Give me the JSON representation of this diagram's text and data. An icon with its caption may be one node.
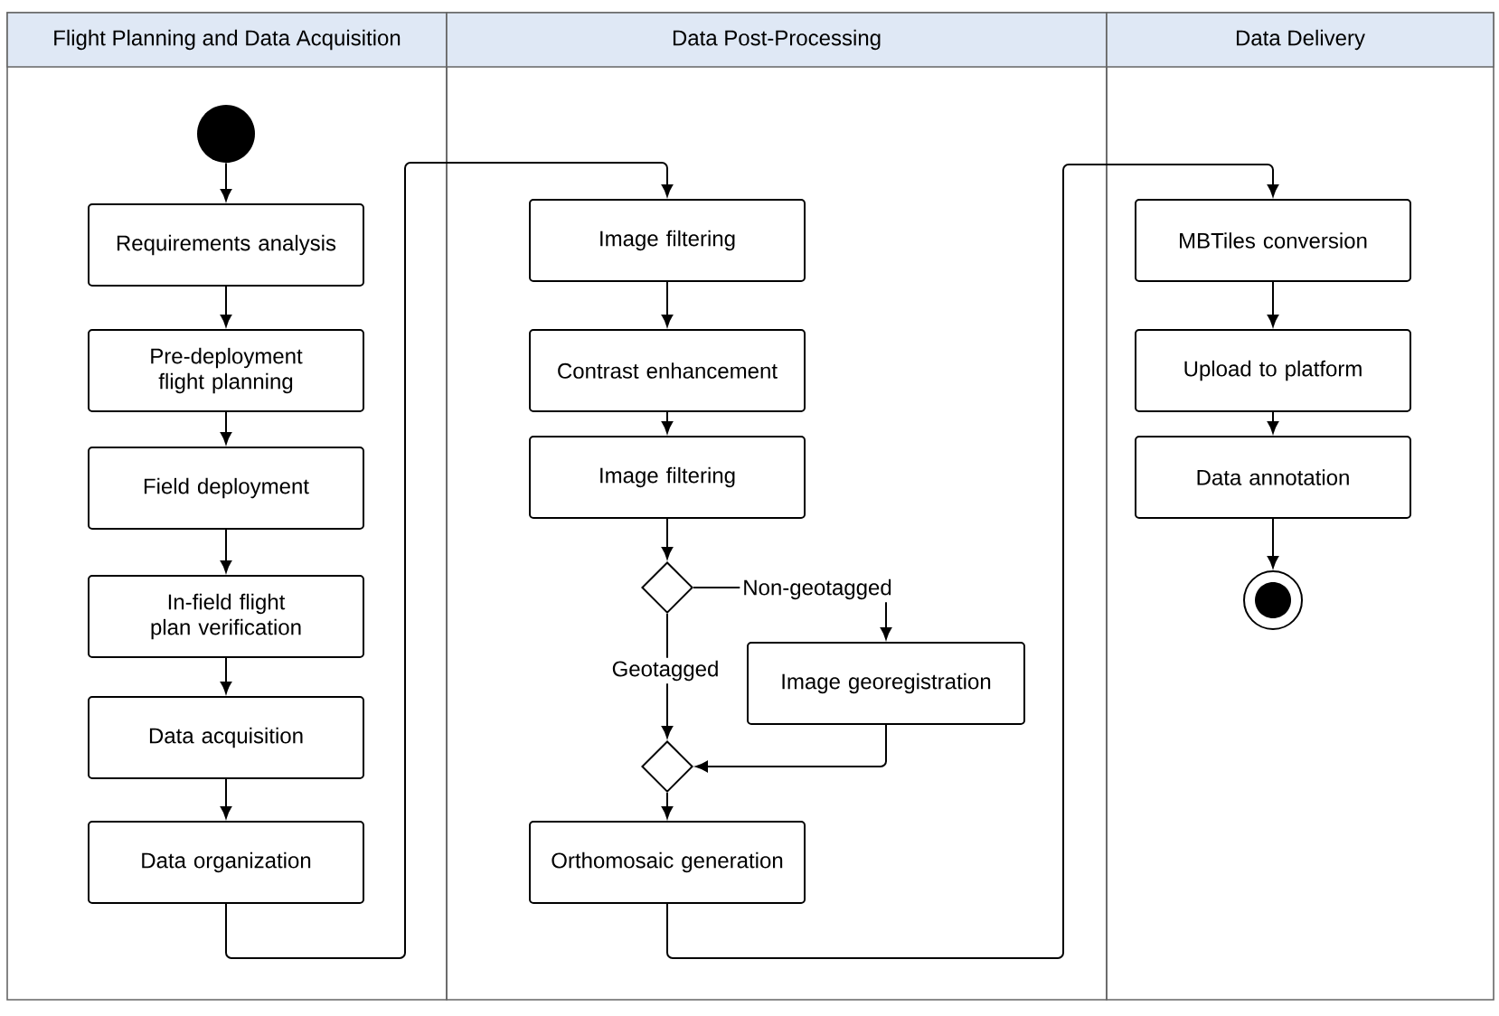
{
  "diagram": {
    "nodes": [
      {
        "text": [
          "Flight Planning and Data Acquisition"
        ]
      },
      {
        "text": [
          "Data Post-Processing"
        ]
      },
      {
        "text": [
          "Data Delivery"
        ]
      },
      {
        "text": [],
        "shape": "circle",
        "in": 0
      },
      {
        "text": [
          "Requirements analysis"
        ],
        "in": 0
      },
      {
        "text": [
          "Pre-deployment flight planning"
        ],
        "in": 0
      },
      {
        "text": [
          "Field deployment"
        ],
        "in": 0
      },
      {
        "text": [
          "In-field flight plan verification"
        ],
        "in": 0
      },
      {
        "text": [
          "Data acquisition"
        ],
        "in": 0
      },
      {
        "text": [
          "Data organization"
        ],
        "in": 0
      },
      {
        "text": [
          "Image filtering"
        ],
        "in": 1
      },
      {
        "text": [
          "Contrast enhancement"
        ],
        "in": 1
      },
      {
        "text": [
          "Image filtering"
        ],
        "in": 1
      },
      {
        "text": [],
        "shape": "diamond",
        "in": 1
      },
      {
        "text": [
          "Image georegistration"
        ],
        "in": 1
      },
      {
        "text": [],
        "shape": "diamond",
        "in": 1
      },
      {
        "text": [
          "Orthomosaic generation"
        ],
        "in": 1
      },
      {
        "text": [
          "MBTiles conversion"
        ],
        "in": 2
      },
      {
        "text": [
          "Upload to platform"
        ],
        "in": 2
      },
      {
        "text": [
          "Data annotation"
        ],
        "in": 2
      },
      {
        "text": [],
        "shape": "bullseye",
        "in": 2
      }
    ],
    "edges": [
      {
        "from": 3,
        "to": 4,
        "arrow": "to"
      },
      {
        "from": 4,
        "to": 5,
        "arrow": "to"
      },
      {
        "from": 5,
        "to": 6,
        "arrow": "to"
      },
      {
        "from": 6,
        "to": 7,
        "arrow": "to"
      },
      {
        "from": 7,
        "to": 8,
        "arrow": "to"
      },
      {
        "from": 8,
        "to": 9,
        "arrow": "to"
      },
      {
        "from": 9,
        "to": 10,
        "arrow": "to"
      },
      {
        "from": 10,
        "to": 11,
        "arrow": "to"
      },
      {
        "from": 11,
        "to": 12,
        "arrow": "to"
      },
      {
        "from": 12,
        "to": 13,
        "arrow": "to"
      },
      {
        "from": 13,
        "to": 14,
        "arrow": "to",
        "label": "Non-geotagged"
      },
      {
        "from": 13,
        "to": 15,
        "arrow": "to",
        "label": "Geotagged"
      },
      {
        "from": 14,
        "to": 15,
        "arrow": "to"
      },
      {
        "from": 15,
        "to": 16,
        "arrow": "to"
      },
      {
        "from": 16,
        "to": 17,
        "arrow": "to"
      },
      {
        "from": 17,
        "to": 18,
        "arrow": "to"
      },
      {
        "from": 18,
        "to": 19,
        "arrow": "to"
      },
      {
        "from": 19,
        "to": 20,
        "arrow": "to"
      }
    ]
  }
}
